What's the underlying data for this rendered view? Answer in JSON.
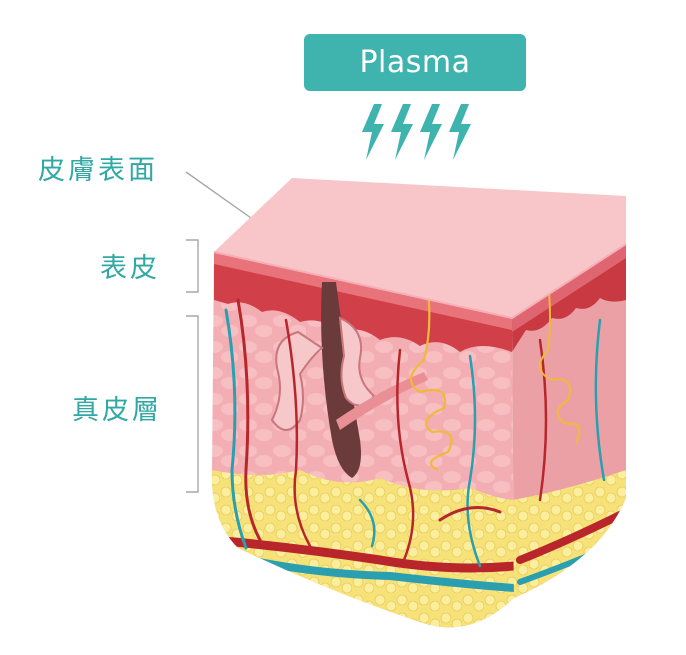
{
  "badge": {
    "label": "Plasma",
    "color": "#3fb3ad",
    "icon": "lightning-bolt-icon",
    "bolt_count": 4
  },
  "labels": {
    "skin_surface": "皮膚表面",
    "epidermis": "表皮",
    "dermis": "真皮層"
  },
  "colors": {
    "label_text": "#2fa8a6",
    "skin_top": "#f7c3c6",
    "epidermis": "#d5404b",
    "dermis": "#f2a9ae",
    "fat": "#f6e27a",
    "artery": "#b8262b",
    "vein": "#2a9fb0",
    "nerve": "#f1b93a"
  }
}
